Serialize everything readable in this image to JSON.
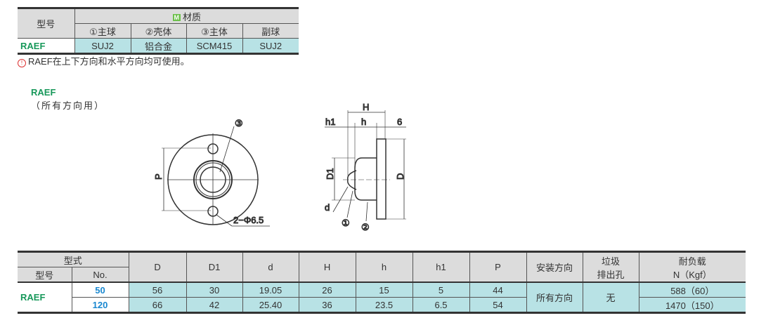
{
  "material_table": {
    "model_header": "型号",
    "material_badge": "M",
    "material_header": "材质",
    "columns": [
      "①主球",
      "②壳体",
      "③主体",
      "副球"
    ],
    "row": {
      "model": "RAEF",
      "values": [
        "SUJ2",
        "铝合金",
        "SCM415",
        "SUJ2"
      ]
    }
  },
  "note": "RAEF在上下方向和水平方向均可使用。",
  "drawing": {
    "title": "RAEF",
    "subtitle": "（所有方向用）",
    "labels": {
      "three": "③",
      "P": "P",
      "hole": "2−Φ6.5",
      "H": "H",
      "h1": "h1",
      "h": "h",
      "six": "6",
      "D1": "D1",
      "D": "D",
      "d": "d",
      "one": "①",
      "two": "②"
    }
  },
  "spec_table": {
    "type_header": "型式",
    "model_header": "型号",
    "no_header": "No.",
    "columns": [
      "D",
      "D1",
      "d",
      "H",
      "h",
      "h1",
      "P"
    ],
    "mount_header": "安装方向",
    "drain_header_1": "垃圾",
    "drain_header_2": "排出孔",
    "load_header_1": "耐负载",
    "load_header_2": "N（Kgf）",
    "model": "RAEF",
    "mount": "所有方向",
    "drain": "无",
    "rows": [
      {
        "no": "50",
        "values": [
          "56",
          "30",
          "19.05",
          "26",
          "15",
          "5",
          "44"
        ],
        "load": "588（60）"
      },
      {
        "no": "120",
        "values": [
          "66",
          "42",
          "25.40",
          "36",
          "23.5",
          "6.5",
          "54"
        ],
        "load": "1470（150）"
      }
    ]
  }
}
